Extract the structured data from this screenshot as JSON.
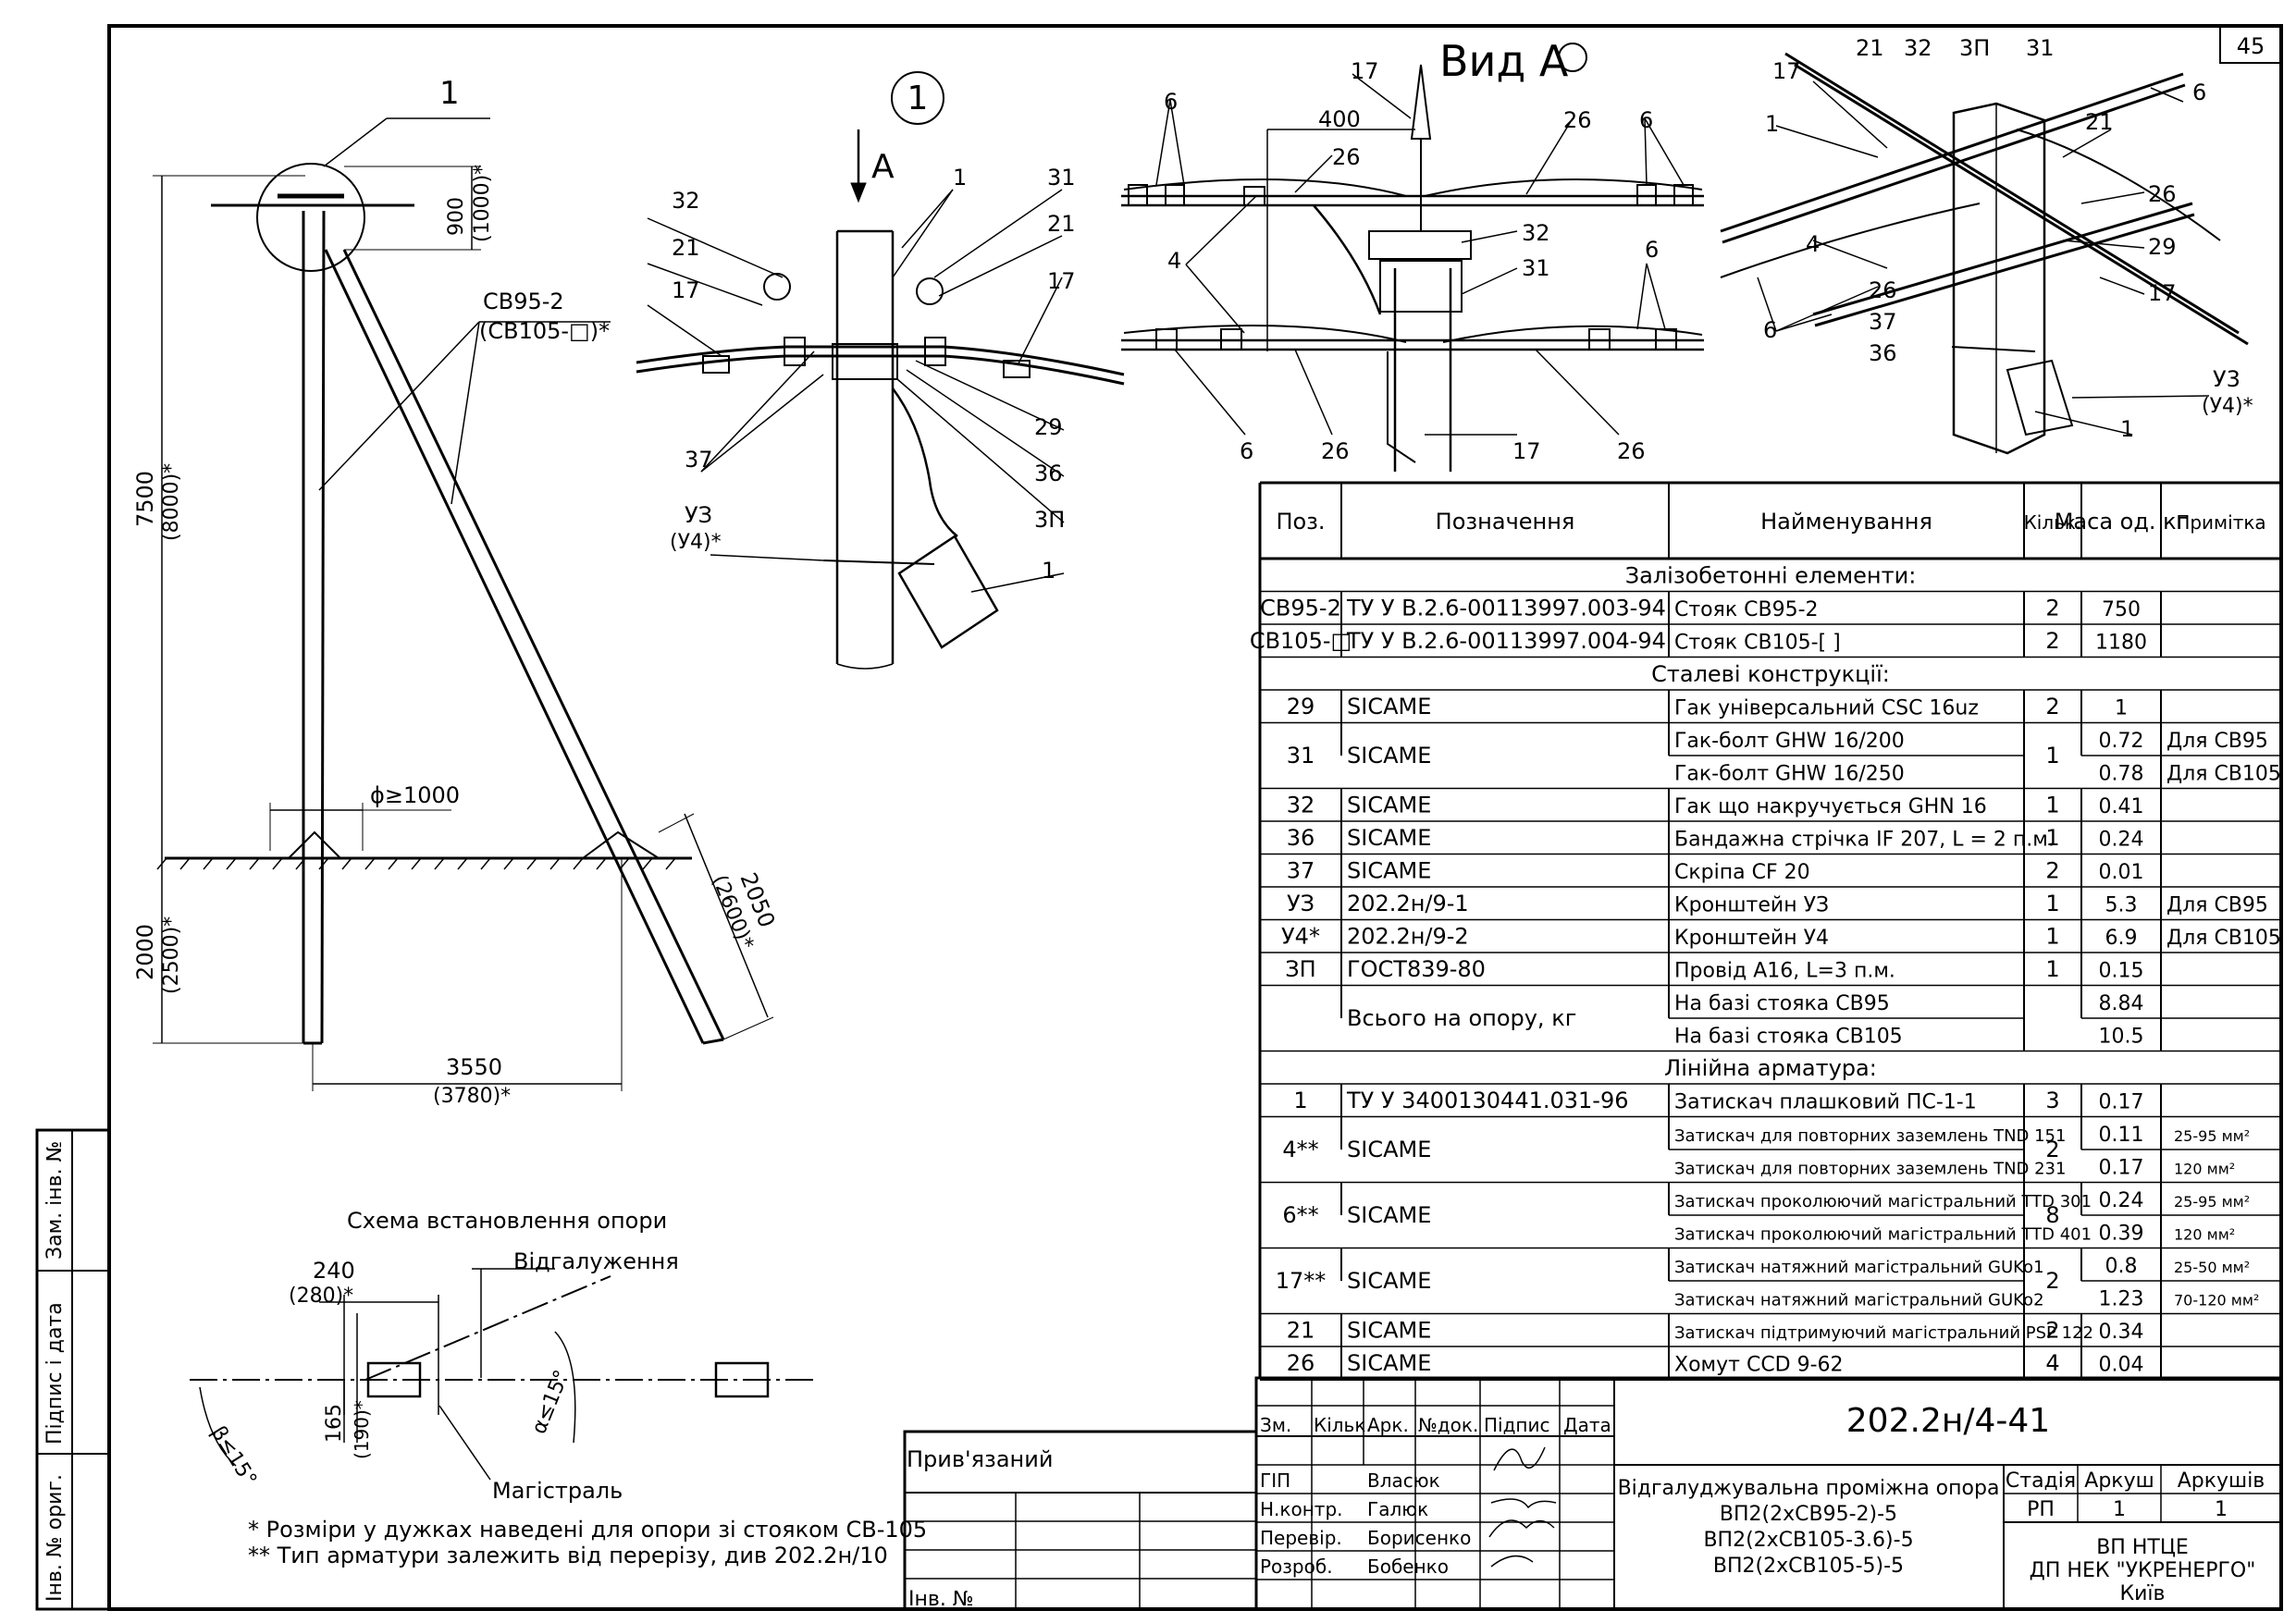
{
  "sheet": {
    "number": "45"
  },
  "view_a_title": "Вид А",
  "detail_id": "1",
  "arrow_label": "А",
  "main_view": {
    "callout_1": "1",
    "dim_900": "900",
    "dim_900_alt": "(1000)*",
    "pole_label": "СВ95-2",
    "pole_label_alt": "(СВ105-□)*",
    "dim_7500": "7500",
    "dim_7500_alt": "(8000)*",
    "dim_2000": "2000",
    "dim_2000_alt": "(2500)*",
    "dim_phi": "ϕ≥1000",
    "dim_3550": "3550",
    "dim_3550_alt": "(3780)*",
    "dim_2050": "2050",
    "dim_2050_alt": "(2600)*"
  },
  "detail_callouts": {
    "c32": "32",
    "c21": "21",
    "c17": "17",
    "c37": "37",
    "cU3": "УЗ",
    "cU4": "(У4)*",
    "c1a": "1",
    "c31": "31",
    "c21b": "21",
    "c17b": "17",
    "c29": "29",
    "c36": "36",
    "c3P": "3П",
    "c1b": "1"
  },
  "view_a_callouts": {
    "c17": "17",
    "c400": "400",
    "c26a": "26",
    "c26b": "26",
    "c6a": "6",
    "c6b": "6",
    "c4": "4",
    "c32": "32",
    "c31": "31",
    "c6c": "6",
    "c6d": "6",
    "c26c": "26",
    "c17b": "17",
    "c26d": "26"
  },
  "iso_callouts": {
    "c21": "21",
    "c32": "32",
    "c3P": "3П",
    "c31": "31",
    "c17": "17",
    "c6": "6",
    "c1": "1",
    "c21b": "21",
    "c26": "26",
    "c4": "4",
    "c29": "29",
    "c26b": "26",
    "c37": "37",
    "c17b": "17",
    "c36": "36",
    "c6b": "6",
    "cU3": "У3",
    "cU4": "(У4)*",
    "c1b": "1"
  },
  "scheme": {
    "title": "Схема встановлення опори",
    "branch": "Відгалуження",
    "main": "Магістраль",
    "dim_240": "240",
    "dim_240_alt": "(280)*",
    "dim_165": "165",
    "dim_165_alt": "(190)*",
    "angle_beta": "β≤15°",
    "angle_alpha": "α≤15°"
  },
  "notes": [
    "* Розміри у дужках наведені для опори зі стояком СВ-105",
    "** Тип арматури залежить від перерізу, див 202.2н/10"
  ],
  "left_stamp": [
    "Інв. № ориг.",
    "Підпис і дата",
    "Зам. інв. №"
  ],
  "table": {
    "headers": [
      "Поз.",
      "Позначення",
      "Найменування",
      "Кільк.",
      "Маса од. кг",
      "Примітка"
    ],
    "rows": [
      {
        "section": "Залізобетонні елементи:"
      },
      {
        "pos": "СВ95-2",
        "desig": "ТУ У В.2.6-00113997.003-94",
        "name": "Стояк СВ95-2",
        "qty": "2",
        "mass": "750",
        "note": ""
      },
      {
        "pos": "СВ105-□",
        "desig": "ТУ У В.2.6-00113997.004-94",
        "name": "Стояк СВ105-[    ]",
        "qty": "2",
        "mass": "1180",
        "note": ""
      },
      {
        "section": "Сталеві конструкції:"
      },
      {
        "pos": "29",
        "desig": "SICAME",
        "name": "Гак універсальний CSC 16uz",
        "qty": "2",
        "mass": "1",
        "note": ""
      },
      {
        "pos": "31",
        "desig": "SICAME",
        "name": "Гак-болт GHW 16/200",
        "qty": "1",
        "mass": "0.72",
        "note": "Для СВ95",
        "span": 2
      },
      {
        "pos": "",
        "desig": "",
        "name": "Гак-болт GHW 16/250",
        "qty": "",
        "mass": "0.78",
        "note": "Для СВ105",
        "cont": true
      },
      {
        "pos": "32",
        "desig": "SICAME",
        "name": "Гак що накручується GHN 16",
        "qty": "1",
        "mass": "0.41",
        "note": ""
      },
      {
        "pos": "36",
        "desig": "SICAME",
        "name": "Бандажна стрічка IF 207, L = 2 п.м.",
        "qty": "1",
        "mass": "0.24",
        "note": ""
      },
      {
        "pos": "37",
        "desig": "SICAME",
        "name": "Скріпа CF 20",
        "qty": "2",
        "mass": "0.01",
        "note": ""
      },
      {
        "pos": "УЗ",
        "desig": "202.2н/9-1",
        "name": "Кронштейн УЗ",
        "qty": "1",
        "mass": "5.3",
        "note": "Для СВ95"
      },
      {
        "pos": "У4*",
        "desig": "202.2н/9-2",
        "name": "Кронштейн У4",
        "qty": "1",
        "mass": "6.9",
        "note": "Для СВ105"
      },
      {
        "pos": "ЗП",
        "desig": "ГОСТ839-80",
        "name": "Провід А16, L=3 п.м.",
        "qty": "1",
        "mass": "0.15",
        "note": ""
      },
      {
        "pos": "",
        "desig": "Всього на опору, кг",
        "name": "На базі стояка СВ95",
        "qty": "",
        "mass": "8.84",
        "note": "",
        "span": 2
      },
      {
        "pos": "",
        "desig": "",
        "name": "На базі стояка СВ105",
        "qty": "",
        "mass": "10.5",
        "note": "",
        "cont": true
      },
      {
        "section": "Лінійна арматура:"
      },
      {
        "pos": "1",
        "desig": "ТУ У 3400130441.031-96",
        "name": "Затискач плашковий ПС-1-1",
        "qty": "3",
        "mass": "0.17",
        "note": ""
      },
      {
        "pos": "4**",
        "desig": "SICAME",
        "name": "Затискач для повторних заземлень TND 151",
        "qty": "2",
        "mass": "0.11",
        "note": "25-95 мм²",
        "span": 2,
        "small": true
      },
      {
        "pos": "",
        "desig": "",
        "name": "Затискач для повторних заземлень TND 231",
        "qty": "",
        "mass": "0.17",
        "note": "120 мм²",
        "cont": true,
        "small": true
      },
      {
        "pos": "6**",
        "desig": "SICAME",
        "name": "Затискач проколюючий магістральний TTD 301",
        "qty": "8",
        "mass": "0.24",
        "note": "25-95 мм²",
        "span": 2,
        "small": true
      },
      {
        "pos": "",
        "desig": "",
        "name": "Затискач проколюючий магістральний TTD 401",
        "qty": "",
        "mass": "0.39",
        "note": "120 мм²",
        "cont": true,
        "small": true
      },
      {
        "pos": "17**",
        "desig": "SICAME",
        "name": "Затискач натяжний магістральний GUKo1",
        "qty": "2",
        "mass": "0.8",
        "note": "25-50 мм²",
        "span": 2,
        "small": true
      },
      {
        "pos": "",
        "desig": "",
        "name": "Затискач натяжний магістральний GUKo2",
        "qty": "",
        "mass": "1.23",
        "note": "70-120 мм²",
        "cont": true,
        "small": true
      },
      {
        "pos": "21",
        "desig": "SICAME",
        "name": "Затискач підтримуючий магістральний PSP 122",
        "qty": "2",
        "mass": "0.34",
        "note": "",
        "small": true
      },
      {
        "pos": "26",
        "desig": "SICAME",
        "name": "Хомут CCD 9-62",
        "qty": "4",
        "mass": "0.04",
        "note": ""
      }
    ]
  },
  "title_block": {
    "doc_code": "202.2н/4-41",
    "linked": "Прив'язаний",
    "inv_no": "Інв. №",
    "rev_headers": [
      "Зм.",
      "Кільк.",
      "Арк.",
      "№док.",
      "Підпис",
      "Дата"
    ],
    "roles": [
      {
        "role": "ГІП",
        "name": "Власюк"
      },
      {
        "role": "Н.контр.",
        "name": "Галюк"
      },
      {
        "role": "Перевір.",
        "name": "Борисенко"
      },
      {
        "role": "Розроб.",
        "name": "Бобенко"
      }
    ],
    "description": [
      "Відгалуджувальна проміжна опора",
      "ВП2(2хСВ95-2)-5",
      "ВП2(2хСВ105-3.6)-5",
      "ВП2(2хСВ105-5)-5"
    ],
    "stage_h": "Стадія",
    "sheet_h": "Аркуш",
    "sheets_h": "Аркушів",
    "stage": "РП",
    "sheet": "1",
    "sheets": "1",
    "org": [
      "ВП НТЦЕ",
      "ДП НЕК \"УКРЕНЕРГО\"",
      "Київ"
    ]
  }
}
